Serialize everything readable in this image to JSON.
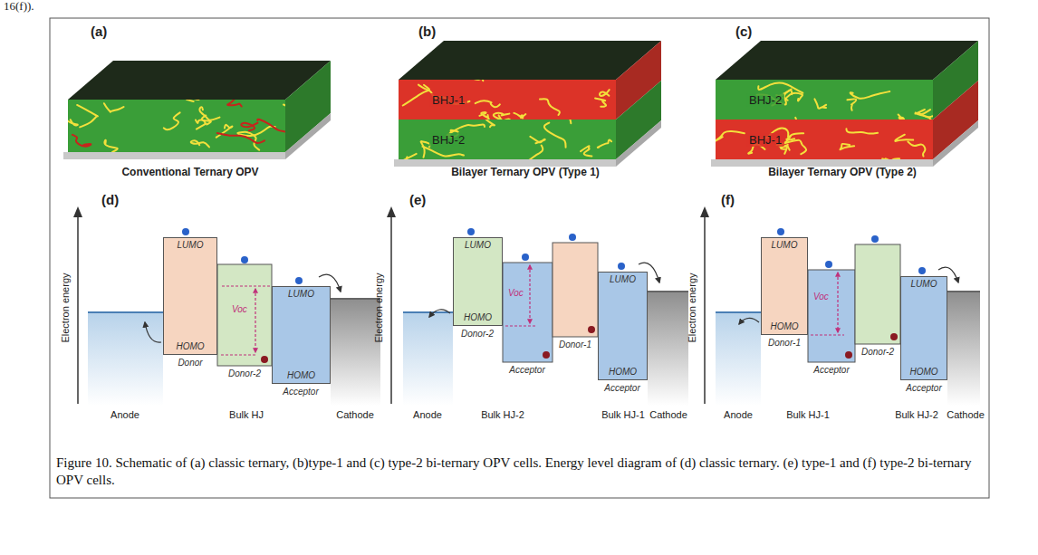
{
  "diagram": {
    "caption": "Figure 10. Schematic of (a) classic ternary, (b)type-1 and (c) type-2 bi-ternary OPV cells. Energy level diagram of (d) classic ternary. (e) type-1 and (f) type-2 bi-ternary OPV cells.",
    "nodes": [
      {
        "text": [
          "BHJ-1"
        ]
      },
      {
        "text": [
          "BHJ-2"
        ]
      },
      {
        "text": [
          "BHJ-2"
        ]
      },
      {
        "text": [
          "BHJ-1"
        ]
      },
      {
        "text": [
          "LUMO",
          "HOMO"
        ]
      },
      {
        "text": [
          "LUMO",
          "HOMO"
        ]
      },
      {
        "text": [
          "LUMO",
          "HOMO"
        ]
      },
      {
        "text": [
          "LUMO",
          "HOMO"
        ]
      },
      {
        "text": [
          "LUMO",
          "HOMO"
        ]
      },
      {
        "text": [
          "LUMO",
          "HOMO"
        ]
      }
    ],
    "labels": [
      "16(f)).",
      "(a)",
      "(b)",
      "(c)",
      "Conventional Ternary OPV",
      "Bilayer Ternary OPV (Type 1)",
      "Bilayer Ternary OPV (Type 2)",
      "(d)",
      "(e)",
      "(f)",
      "Electron energy",
      "Electron energy",
      "Electron energy",
      "Voc",
      "Donor",
      "Donor-2",
      "Acceptor",
      "Anode",
      "Bulk HJ",
      "Cathode",
      "Voc",
      "Donor-2",
      "Acceptor",
      "Donor-1",
      "Acceptor",
      "Anode",
      "Bulk HJ-2",
      "Bulk HJ-1",
      "Cathode",
      "Voc",
      "Donor-1",
      "Acceptor",
      "Donor-2",
      "Acceptor",
      "Anode",
      "Bulk HJ-1",
      "Bulk HJ-2",
      "Cathode"
    ]
  }
}
